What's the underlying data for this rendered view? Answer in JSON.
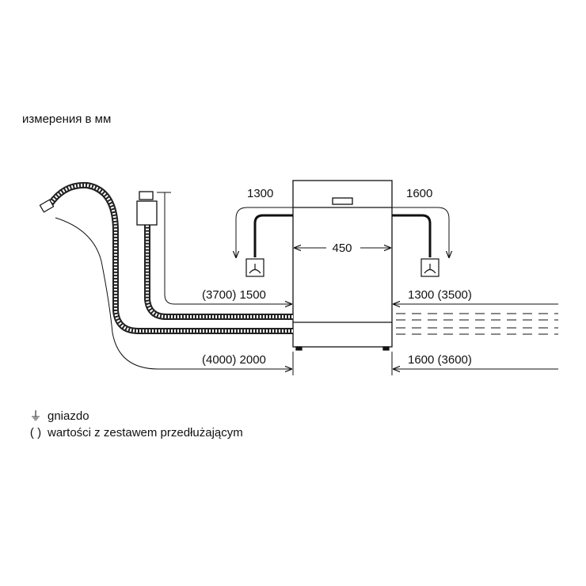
{
  "header": {
    "title": "измерения в мм"
  },
  "dimensions": {
    "top_left": "1300",
    "top_right": "1600",
    "width": "450",
    "left_mid": "(3700) 1500",
    "right_mid": "1300 (3500)",
    "left_bottom": "(4000) 2000",
    "right_bottom": "1600 (3600)"
  },
  "legend": {
    "socket_symbol": "⏚",
    "socket_label": "gniazdo",
    "ext_symbol": "( )",
    "ext_label": "wartości z zestawem przedłużającym"
  },
  "colors": {
    "line": "#111111",
    "hose": "#222222",
    "hose_fill": "#ffffff"
  }
}
